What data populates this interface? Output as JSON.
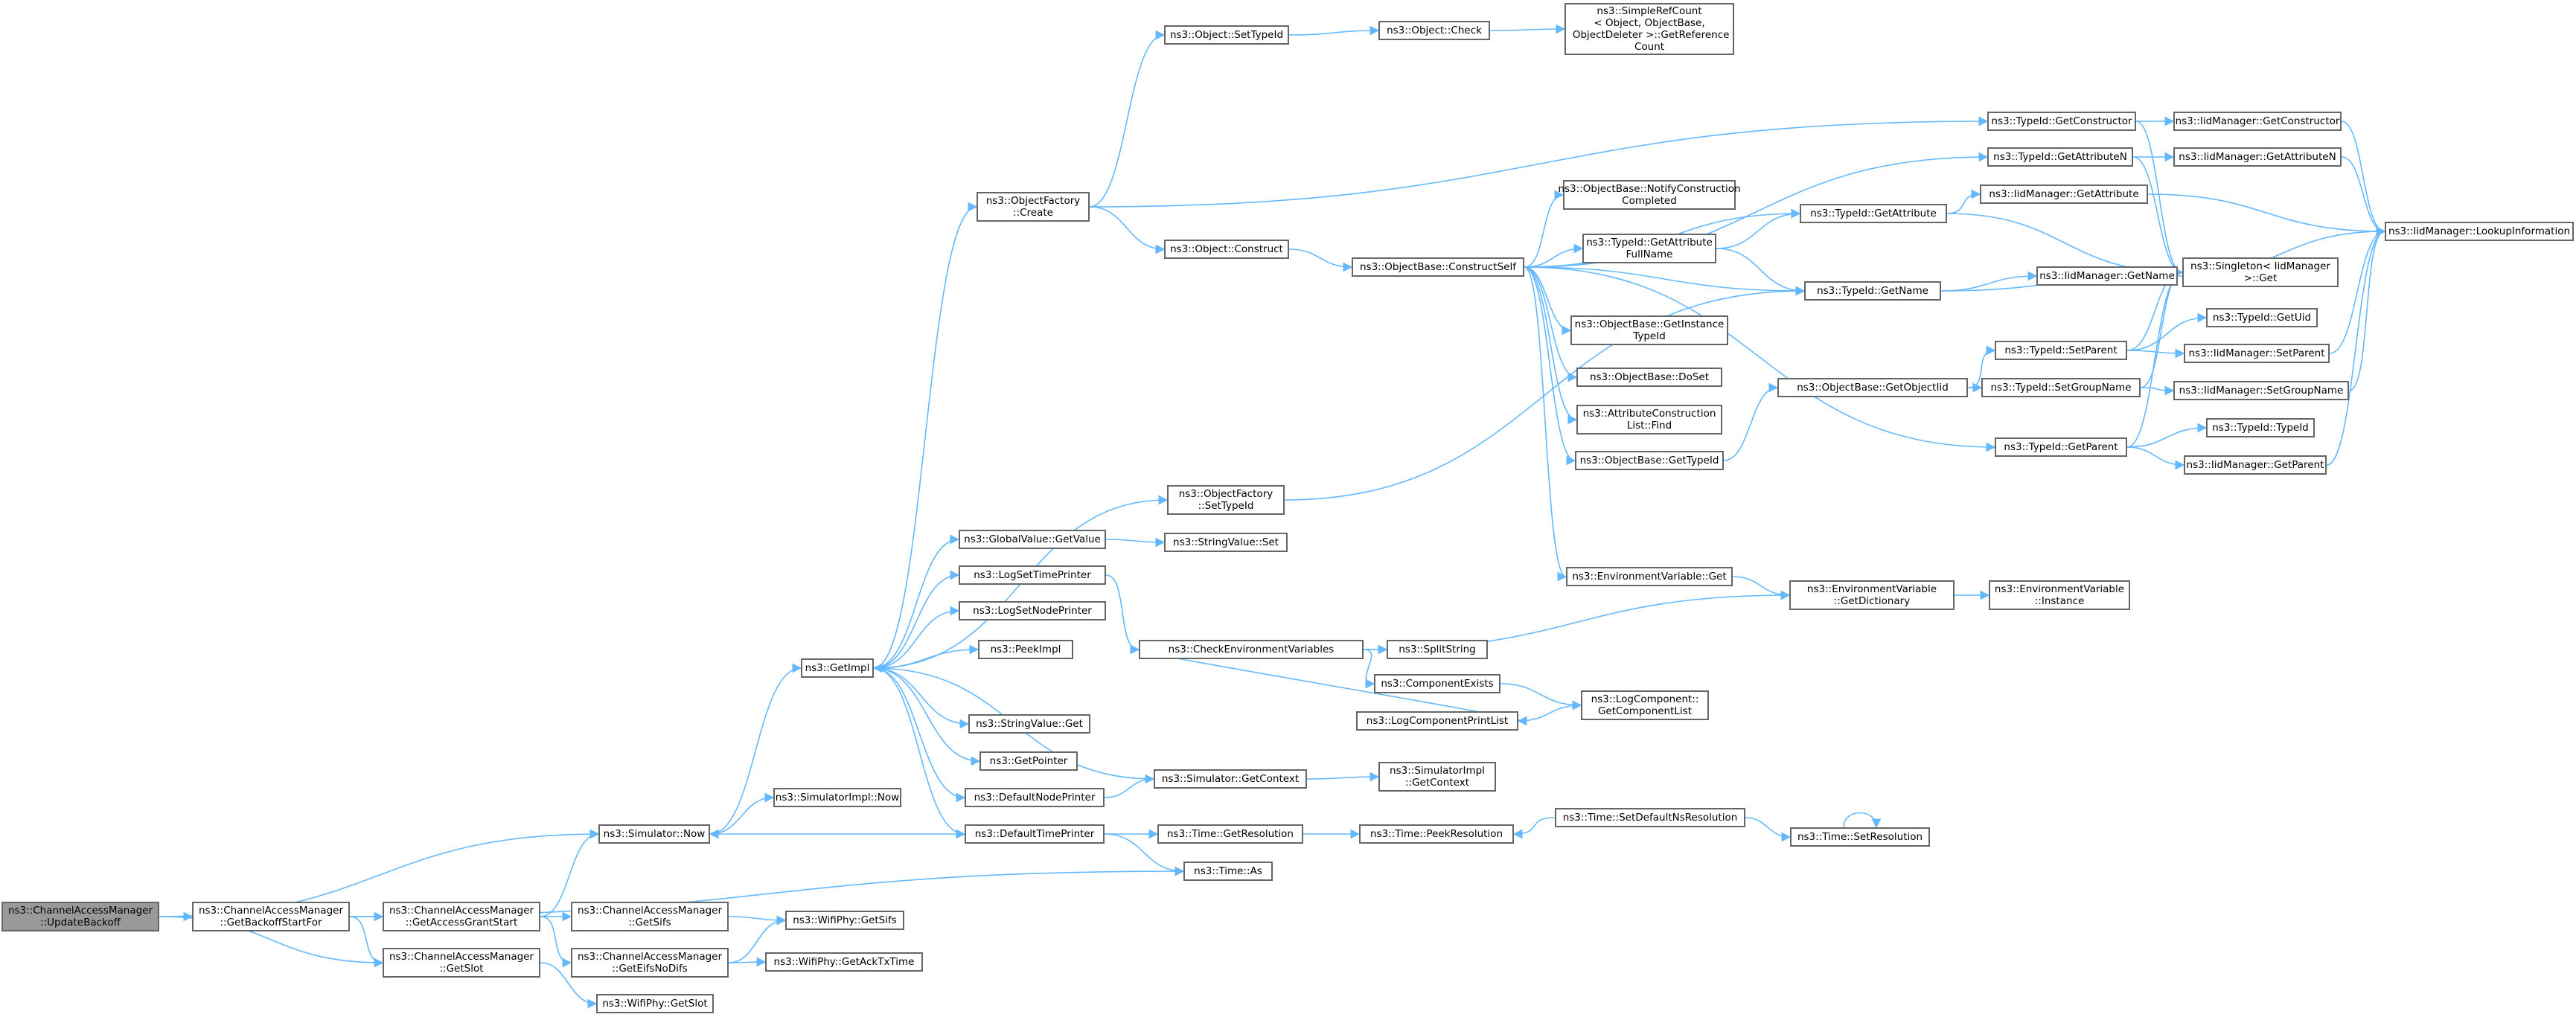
{
  "colors": {
    "edge": "#63b8ff",
    "node_border": "#666666",
    "node_fill": "#ffffff",
    "root_fill": "#999999"
  },
  "nodes": [
    {
      "id": "root",
      "label": "ns3::ChannelAccessManager\n::UpdateBackoff",
      "root": true
    },
    {
      "id": "getbackoff",
      "label": "ns3::ChannelAccessManager\n::GetBackoffStartFor"
    },
    {
      "id": "getaccessgrant",
      "label": "ns3::ChannelAccessManager\n::GetAccessGrantStart"
    },
    {
      "id": "getslot",
      "label": "ns3::ChannelAccessManager\n::GetSlot"
    },
    {
      "id": "getsifs",
      "label": "ns3::ChannelAccessManager\n::GetSifs"
    },
    {
      "id": "geteifs",
      "label": "ns3::ChannelAccessManager\n::GetEifsNoDifs"
    },
    {
      "id": "simnow",
      "label": "ns3::Simulator::Now"
    },
    {
      "id": "wifislot",
      "label": "ns3::WifiPhy::GetSlot"
    },
    {
      "id": "wifisifs",
      "label": "ns3::WifiPhy::GetSifs"
    },
    {
      "id": "wifiack",
      "label": "ns3::WifiPhy::GetAckTxTime"
    },
    {
      "id": "simimplnow",
      "label": "ns3::SimulatorImpl::Now"
    },
    {
      "id": "getimpl",
      "label": "ns3::GetImpl"
    },
    {
      "id": "timeas",
      "label": "ns3::Time::As"
    },
    {
      "id": "objfactcreate",
      "label": "ns3::ObjectFactory\n::Create"
    },
    {
      "id": "globalvalue",
      "label": "ns3::GlobalValue::GetValue"
    },
    {
      "id": "logsettime",
      "label": "ns3::LogSetTimePrinter"
    },
    {
      "id": "logsetnode",
      "label": "ns3::LogSetNodePrinter"
    },
    {
      "id": "peekimpl",
      "label": "ns3::PeekImpl"
    },
    {
      "id": "stringget",
      "label": "ns3::StringValue::Get"
    },
    {
      "id": "getpointer",
      "label": "ns3::GetPointer"
    },
    {
      "id": "defnodeprinter",
      "label": "ns3::DefaultNodePrinter"
    },
    {
      "id": "deftimeprinter",
      "label": "ns3::DefaultTimePrinter"
    },
    {
      "id": "objsettypeid",
      "label": "ns3::Object::SetTypeId"
    },
    {
      "id": "objconstruct",
      "label": "ns3::Object::Construct"
    },
    {
      "id": "objfactsettypeid",
      "label": "ns3::ObjectFactory\n::SetTypeId"
    },
    {
      "id": "stringset",
      "label": "ns3::StringValue::Set"
    },
    {
      "id": "checkenv",
      "label": "ns3::CheckEnvironmentVariables"
    },
    {
      "id": "simgetcontext",
      "label": "ns3::Simulator::GetContext"
    },
    {
      "id": "timegetres",
      "label": "ns3::Time::GetResolution"
    },
    {
      "id": "objcheck",
      "label": "ns3::Object::Check"
    },
    {
      "id": "constructself",
      "label": "ns3::ObjectBase::ConstructSelf"
    },
    {
      "id": "splitstring",
      "label": "ns3::SplitString"
    },
    {
      "id": "compexists",
      "label": "ns3::ComponentExists"
    },
    {
      "id": "logcompprint",
      "label": "ns3::LogComponentPrintList"
    },
    {
      "id": "simimplctx",
      "label": "ns3::SimulatorImpl\n::GetContext"
    },
    {
      "id": "timepeekres",
      "label": "ns3::Time::PeekResolution"
    },
    {
      "id": "simplerefcount",
      "label": "ns3::SimpleRefCount\n< Object, ObjectBase,\n ObjectDeleter >::GetReference\nCount"
    },
    {
      "id": "notifyconstr",
      "label": "ns3::ObjectBase::NotifyConstruction\nCompleted"
    },
    {
      "id": "getattrfullname",
      "label": "ns3::TypeId::GetAttribute\nFullName"
    },
    {
      "id": "getinstancetypeid",
      "label": "ns3::ObjectBase::GetInstance\nTypeId"
    },
    {
      "id": "doset",
      "label": "ns3::ObjectBase::DoSet"
    },
    {
      "id": "attrconstr",
      "label": "ns3::AttributeConstruction\nList::Find"
    },
    {
      "id": "objgettypeid",
      "label": "ns3::ObjectBase::GetTypeId"
    },
    {
      "id": "envget",
      "label": "ns3::EnvironmentVariable::Get"
    },
    {
      "id": "logcompget",
      "label": "ns3::LogComponent::\nGetComponentList"
    },
    {
      "id": "setdefaultns",
      "label": "ns3::Time::SetDefaultNsResolution"
    },
    {
      "id": "getattribute",
      "label": "ns3::TypeId::GetAttribute"
    },
    {
      "id": "getname",
      "label": "ns3::TypeId::GetName"
    },
    {
      "id": "getobjectiid",
      "label": "ns3::ObjectBase::GetObjectIid"
    },
    {
      "id": "envgetdict",
      "label": "ns3::EnvironmentVariable\n::GetDictionary"
    },
    {
      "id": "timesetres",
      "label": "ns3::Time::SetResolution"
    },
    {
      "id": "getconstructor",
      "label": "ns3::TypeId::GetConstructor"
    },
    {
      "id": "getattributen",
      "label": "ns3::TypeId::GetAttributeN"
    },
    {
      "id": "setparent",
      "label": "ns3::TypeId::SetParent"
    },
    {
      "id": "setgroupname",
      "label": "ns3::TypeId::SetGroupName"
    },
    {
      "id": "getparent",
      "label": "ns3::TypeId::GetParent"
    },
    {
      "id": "envinstance",
      "label": "ns3::EnvironmentVariable\n::Instance"
    },
    {
      "id": "iidgetconstructor",
      "label": "ns3::IidManager::GetConstructor"
    },
    {
      "id": "iidgetattributen",
      "label": "ns3::IidManager::GetAttributeN"
    },
    {
      "id": "iidgetattribute",
      "label": "ns3::IidManager::GetAttribute"
    },
    {
      "id": "iidgetname",
      "label": "ns3::IidManager::GetName"
    },
    {
      "id": "singletonget",
      "label": "ns3::Singleton< IidManager\n>::Get"
    },
    {
      "id": "typeidgetuid",
      "label": "ns3::TypeId::GetUid"
    },
    {
      "id": "iidsetparent",
      "label": "ns3::IidManager::SetParent"
    },
    {
      "id": "iidsetgroupname",
      "label": "ns3::IidManager::SetGroupName"
    },
    {
      "id": "typeidtypeid",
      "label": "ns3::TypeId::TypeId"
    },
    {
      "id": "iidgetparent",
      "label": "ns3::IidManager::GetParent"
    },
    {
      "id": "lookupinfo",
      "label": "ns3::IidManager::LookupInformation"
    }
  ],
  "edges": [
    [
      "root",
      "getbackoff"
    ],
    [
      "root",
      "getslot"
    ],
    [
      "root",
      "simnow"
    ],
    [
      "getbackoff",
      "getaccessgrant"
    ],
    [
      "getbackoff",
      "getslot"
    ],
    [
      "getbackoff",
      "timeas"
    ],
    [
      "getaccessgrant",
      "simnow"
    ],
    [
      "getaccessgrant",
      "getsifs"
    ],
    [
      "getaccessgrant",
      "geteifs"
    ],
    [
      "getslot",
      "wifislot"
    ],
    [
      "getsifs",
      "wifisifs"
    ],
    [
      "geteifs",
      "wifisifs"
    ],
    [
      "geteifs",
      "wifiack"
    ],
    [
      "simnow",
      "getimpl"
    ],
    [
      "simnow",
      "simimplnow"
    ],
    [
      "getimpl",
      "objfactcreate"
    ],
    [
      "getimpl",
      "objfactsettypeid"
    ],
    [
      "getimpl",
      "globalvalue"
    ],
    [
      "getimpl",
      "logsettime"
    ],
    [
      "getimpl",
      "logsetnode"
    ],
    [
      "getimpl",
      "peekimpl"
    ],
    [
      "getimpl",
      "stringget"
    ],
    [
      "getimpl",
      "getpointer"
    ],
    [
      "getimpl",
      "defnodeprinter"
    ],
    [
      "getimpl",
      "deftimeprinter"
    ],
    [
      "objfactcreate",
      "objsettypeid"
    ],
    [
      "objfactcreate",
      "objconstruct"
    ],
    [
      "objfactcreate",
      "getconstructor"
    ],
    [
      "objsettypeid",
      "objcheck"
    ],
    [
      "objcheck",
      "simplerefcount"
    ],
    [
      "objconstruct",
      "constructself"
    ],
    [
      "objfactsettypeid",
      "getname"
    ],
    [
      "globalvalue",
      "stringset"
    ],
    [
      "logsettime",
      "checkenv"
    ],
    [
      "checkenv",
      "envgetdict"
    ],
    [
      "checkenv",
      "splitstring"
    ],
    [
      "checkenv",
      "compexists"
    ],
    [
      "checkenv",
      "logcompprint"
    ],
    [
      "compexists",
      "logcompget"
    ],
    [
      "logcompprint",
      "logcompget"
    ],
    [
      "defnodeprinter",
      "simgetcontext"
    ],
    [
      "simgetcontext",
      "getimpl"
    ],
    [
      "simgetcontext",
      "simimplctx"
    ],
    [
      "deftimeprinter",
      "simnow"
    ],
    [
      "deftimeprinter",
      "timegetres"
    ],
    [
      "deftimeprinter",
      "timeas"
    ],
    [
      "timegetres",
      "timepeekres"
    ],
    [
      "setdefaultns",
      "timepeekres"
    ],
    [
      "setdefaultns",
      "timesetres"
    ],
    [
      "timesetres",
      "timesetres"
    ],
    [
      "constructself",
      "notifyconstr"
    ],
    [
      "constructself",
      "getattrfullname"
    ],
    [
      "constructself",
      "getinstancetypeid"
    ],
    [
      "constructself",
      "doset"
    ],
    [
      "constructself",
      "attrconstr"
    ],
    [
      "constructself",
      "objgettypeid"
    ],
    [
      "constructself",
      "envget"
    ],
    [
      "constructself",
      "getname"
    ],
    [
      "constructself",
      "getattribute"
    ],
    [
      "constructself",
      "getattributen"
    ],
    [
      "constructself",
      "getparent"
    ],
    [
      "getattrfullname",
      "getattribute"
    ],
    [
      "getattrfullname",
      "getname"
    ],
    [
      "objgettypeid",
      "getobjectiid"
    ],
    [
      "envget",
      "envgetdict"
    ],
    [
      "envgetdict",
      "envinstance"
    ],
    [
      "getobjectiid",
      "setparent"
    ],
    [
      "getobjectiid",
      "setgroupname"
    ],
    [
      "getattribute",
      "iidgetattribute"
    ],
    [
      "getattribute",
      "singletonget"
    ],
    [
      "getname",
      "iidgetname"
    ],
    [
      "getname",
      "singletonget"
    ],
    [
      "getconstructor",
      "iidgetconstructor"
    ],
    [
      "getconstructor",
      "singletonget"
    ],
    [
      "getattributen",
      "iidgetattributen"
    ],
    [
      "getattributen",
      "singletonget"
    ],
    [
      "setparent",
      "iidsetparent"
    ],
    [
      "setparent",
      "typeidgetuid"
    ],
    [
      "setparent",
      "singletonget"
    ],
    [
      "setgroupname",
      "iidsetgroupname"
    ],
    [
      "setgroupname",
      "singletonget"
    ],
    [
      "getparent",
      "iidgetparent"
    ],
    [
      "getparent",
      "typeidtypeid"
    ],
    [
      "getparent",
      "singletonget"
    ],
    [
      "iidgetconstructor",
      "lookupinfo"
    ],
    [
      "iidgetattributen",
      "lookupinfo"
    ],
    [
      "iidgetattribute",
      "lookupinfo"
    ],
    [
      "iidgetname",
      "lookupinfo"
    ],
    [
      "iidsetparent",
      "lookupinfo"
    ],
    [
      "iidsetgroupname",
      "lookupinfo"
    ],
    [
      "iidgetparent",
      "lookupinfo"
    ]
  ]
}
